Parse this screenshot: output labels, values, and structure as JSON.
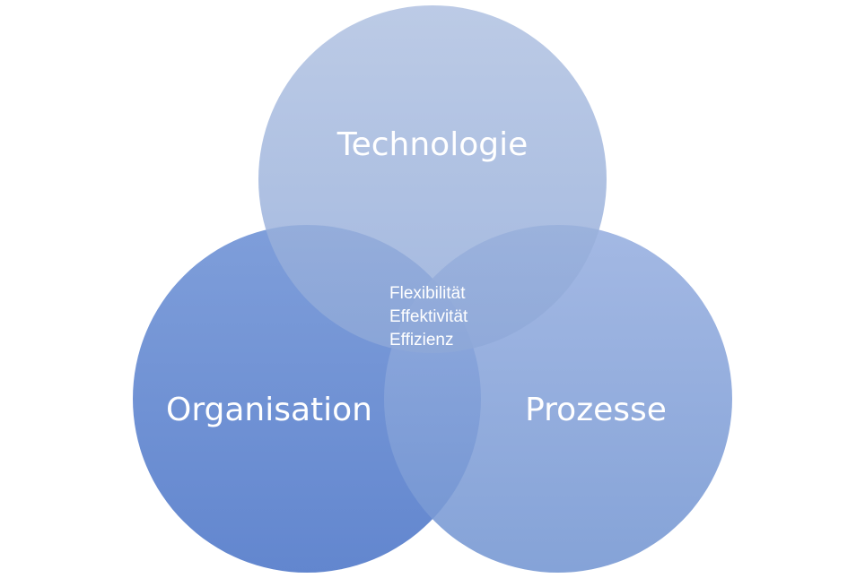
{
  "diagram": {
    "circles": [
      {
        "id": "technologie",
        "label": "Technologie"
      },
      {
        "id": "organisation",
        "label": "Organisation"
      },
      {
        "id": "prozesse",
        "label": "Prozesse"
      }
    ],
    "center_items": [
      "Flexibilität",
      "Effektivität",
      "Effizienz"
    ],
    "colors": {
      "technologie_top": "#adbfe0",
      "technologie_bottom": "#8ea8d8",
      "organisation_top": "#7899d8",
      "organisation_bottom": "#5a80cc",
      "prozesse_top": "#97afe0",
      "prozesse_bottom": "#7496d2",
      "text": "#ffffff"
    }
  }
}
